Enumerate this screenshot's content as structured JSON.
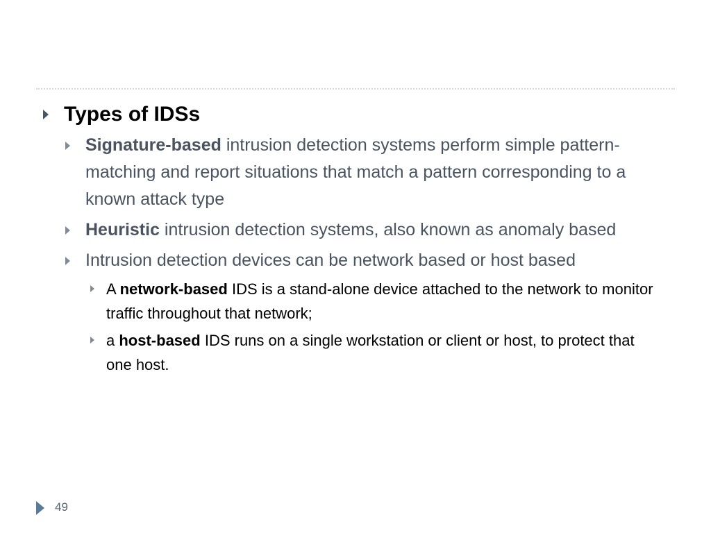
{
  "slide": {
    "heading": "Types of IDSs",
    "bullets": [
      {
        "bold": "Signature-based",
        "rest": " intrusion detection systems perform simple pattern-matching and report situations that match a pattern corresponding to a known attack type"
      },
      {
        "bold": "Heuristic",
        "rest": " intrusion detection systems, also known as anomaly based"
      },
      {
        "text": "Intrusion detection devices can be network based or host based"
      }
    ],
    "sub_bullets": [
      {
        "pre": "A ",
        "bold": "network-based",
        "rest": " IDS is a stand-alone device attached to the network to monitor traffic throughout that network;"
      },
      {
        "pre": "a ",
        "bold": "host-based",
        "rest": " IDS runs on a single workstation or client or host, to protect that one host."
      }
    ],
    "slide_number": "49"
  },
  "colors": {
    "heading_text": "#000000",
    "level2_text": "#4a5461",
    "level3_text": "#000000",
    "bullet_dark": "#475463",
    "bullet_light": "#808b96",
    "footer_arrow": "#5a7a9a"
  },
  "icons": {
    "bullet": "triangle-right-icon",
    "footer": "triangle-right-icon"
  }
}
